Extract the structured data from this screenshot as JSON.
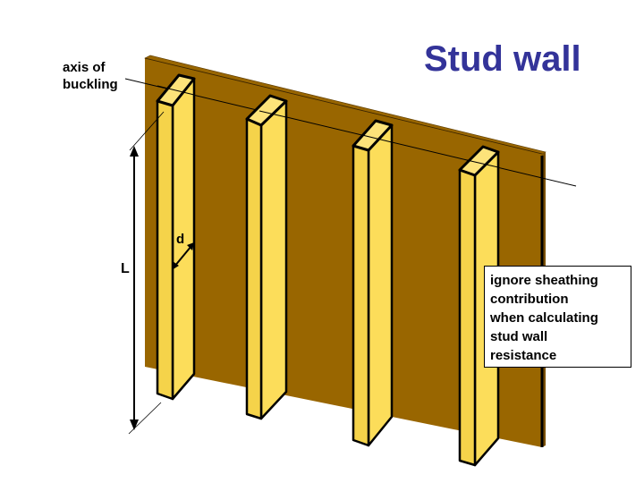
{
  "title": "Stud wall",
  "labels": {
    "axis_of_buckling_line1": "axis of",
    "axis_of_buckling_line2": "buckling",
    "length": "L",
    "depth": "d"
  },
  "note": {
    "lines": [
      "ignore sheathing",
      "contribution",
      "when calculating",
      "stud wall",
      "resistance"
    ]
  },
  "colors": {
    "title": "#333399",
    "sheathing": "#996600",
    "stud_front": "#f5d34a",
    "stud_side": "#fcdd5a",
    "stud_top": "#fde37a",
    "outline": "#000000"
  },
  "studs_count": 4
}
